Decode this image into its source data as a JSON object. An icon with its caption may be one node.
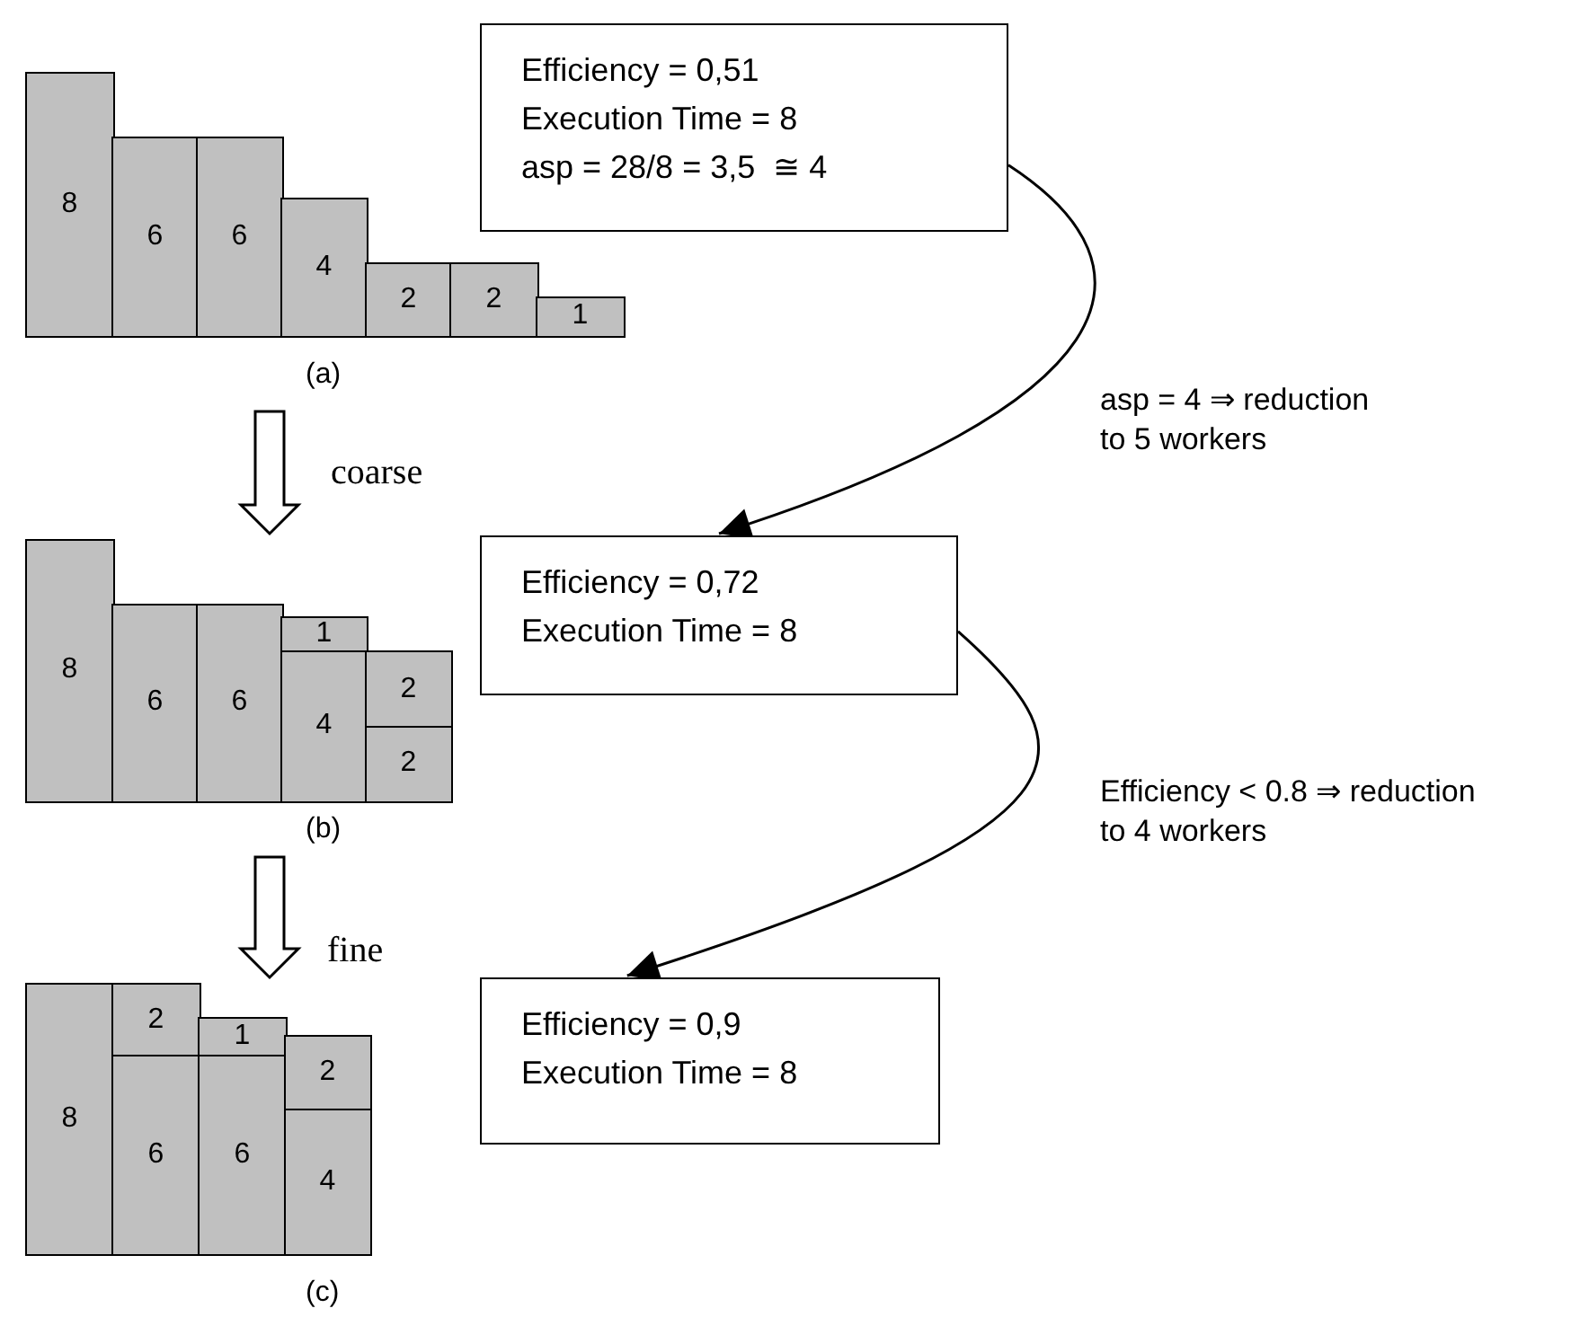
{
  "diagram": {
    "nodes": [
      {
        "text": [
          "(a)"
        ]
      },
      {
        "text": [
          "8"
        ],
        "in": 0
      },
      {
        "text": [
          "6"
        ],
        "in": 0
      },
      {
        "text": [
          "6"
        ],
        "in": 0
      },
      {
        "text": [
          "4"
        ],
        "in": 0
      },
      {
        "text": [
          "2"
        ],
        "in": 0
      },
      {
        "text": [
          "2"
        ],
        "in": 0
      },
      {
        "text": [
          "1"
        ],
        "in": 0
      },
      {
        "text": [
          "Efficiency = 0,51",
          "Execution Time = 8",
          "asp = 28/8 = 3,5  ≅ 4"
        ]
      },
      {
        "text": [
          "(b)"
        ]
      },
      {
        "text": [
          "8"
        ],
        "in": 9
      },
      {
        "text": [
          "6"
        ],
        "in": 9
      },
      {
        "text": [
          "6"
        ],
        "in": 9
      },
      {
        "text": [
          "1"
        ],
        "in": 9
      },
      {
        "text": [
          "4"
        ],
        "in": 9
      },
      {
        "text": [
          "2"
        ],
        "in": 9
      },
      {
        "text": [
          "2"
        ],
        "in": 9
      },
      {
        "text": [
          "Efficiency = 0,72",
          "Execution Time = 8"
        ]
      },
      {
        "text": [
          "(c)"
        ]
      },
      {
        "text": [
          "8"
        ],
        "in": 18
      },
      {
        "text": [
          "2"
        ],
        "in": 18
      },
      {
        "text": [
          "6"
        ],
        "in": 18
      },
      {
        "text": [
          "1"
        ],
        "in": 18
      },
      {
        "text": [
          "6"
        ],
        "in": 18
      },
      {
        "text": [
          "2"
        ],
        "in": 18
      },
      {
        "text": [
          "4"
        ],
        "in": 18
      },
      {
        "text": [
          "Efficiency = 0,9",
          "Execution Time = 8"
        ]
      }
    ],
    "edges": [
      {
        "from": 0,
        "to": 9,
        "arrow": "to",
        "label": "coarse"
      },
      {
        "from": 8,
        "to": 17,
        "arrow": "to",
        "label": "asp = 4 ⇒ reduction to 5 workers"
      },
      {
        "from": 9,
        "to": 18,
        "arrow": "to",
        "label": "fine"
      },
      {
        "from": 17,
        "to": 26,
        "arrow": "to",
        "label": "Efficiency < 0.8 ⇒ reduction to 4 workers"
      }
    ]
  }
}
